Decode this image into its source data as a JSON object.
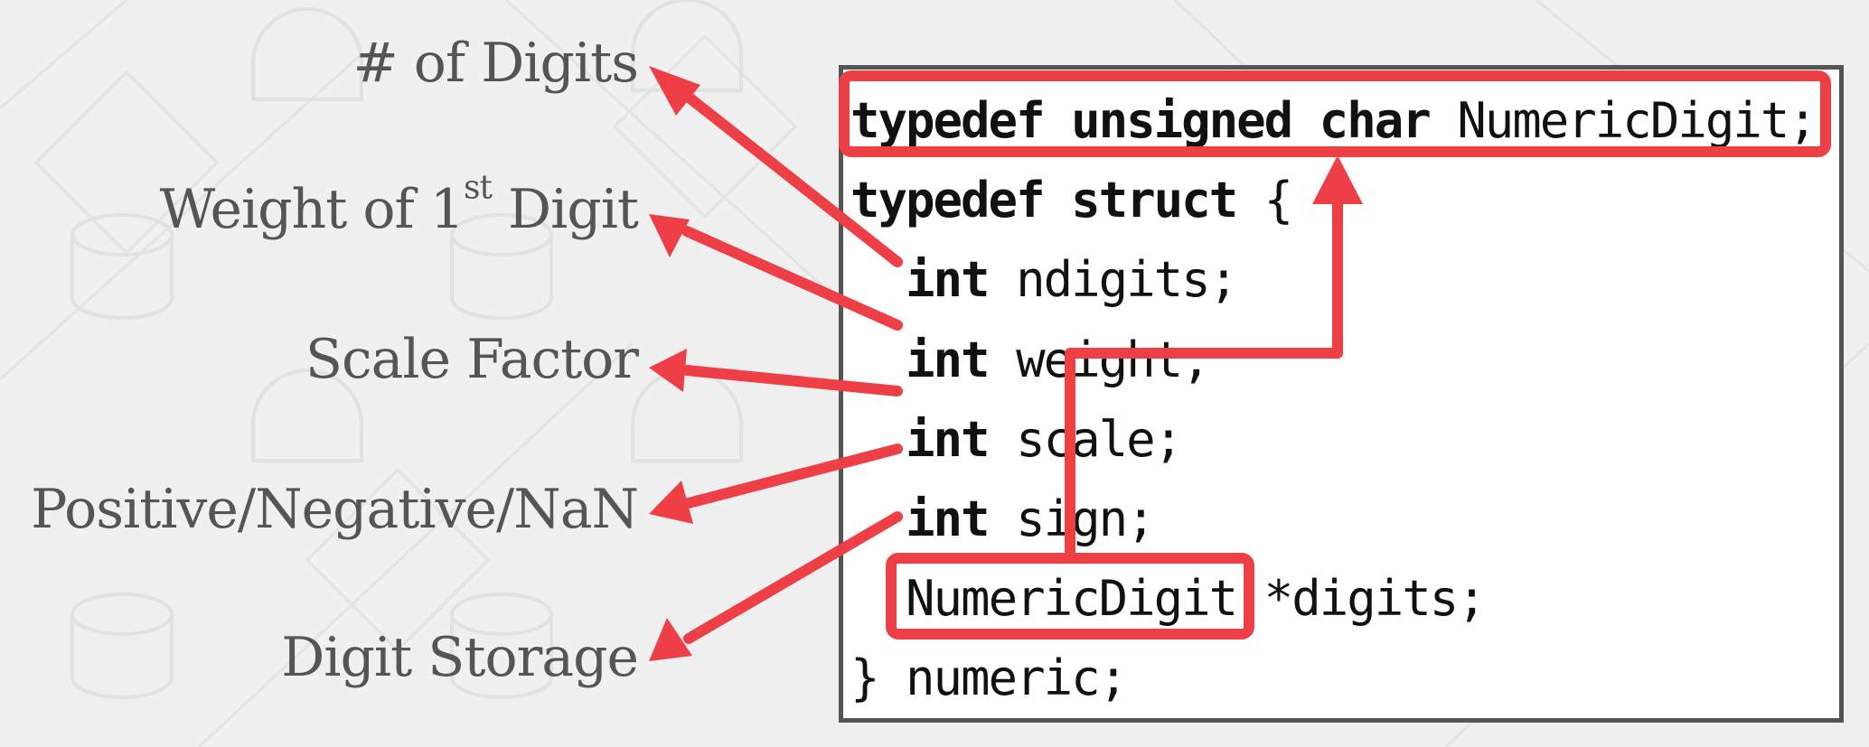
{
  "labels": {
    "num_digits": "# of Digits",
    "weight_prefix": "Weight of 1",
    "weight_sup": "st",
    "weight_suffix": " Digit",
    "scale_factor": "Scale Factor",
    "sign": "Positive/Negative/NaN",
    "digit_storage": "Digit Storage"
  },
  "code": {
    "line1": {
      "kw": "typedef unsigned char",
      "rest": " NumericDigit;"
    },
    "line2": {
      "kw": "typedef struct",
      "rest": " {"
    },
    "line3": {
      "kw": "int",
      "rest": " ndigits;"
    },
    "line4": {
      "kw": "int",
      "rest": " weight;"
    },
    "line5": {
      "kw": "int",
      "rest": " scale;"
    },
    "line6": {
      "kw": "int",
      "rest": " sign;"
    },
    "line7": {
      "type": "NumericDigit",
      "rest": " *digits;"
    },
    "line8": {
      "text": "} numeric;"
    }
  },
  "colors": {
    "accent": "#ee3f46",
    "label_text": "#555555",
    "code_border": "#555555",
    "background": "#f0f0f0"
  }
}
